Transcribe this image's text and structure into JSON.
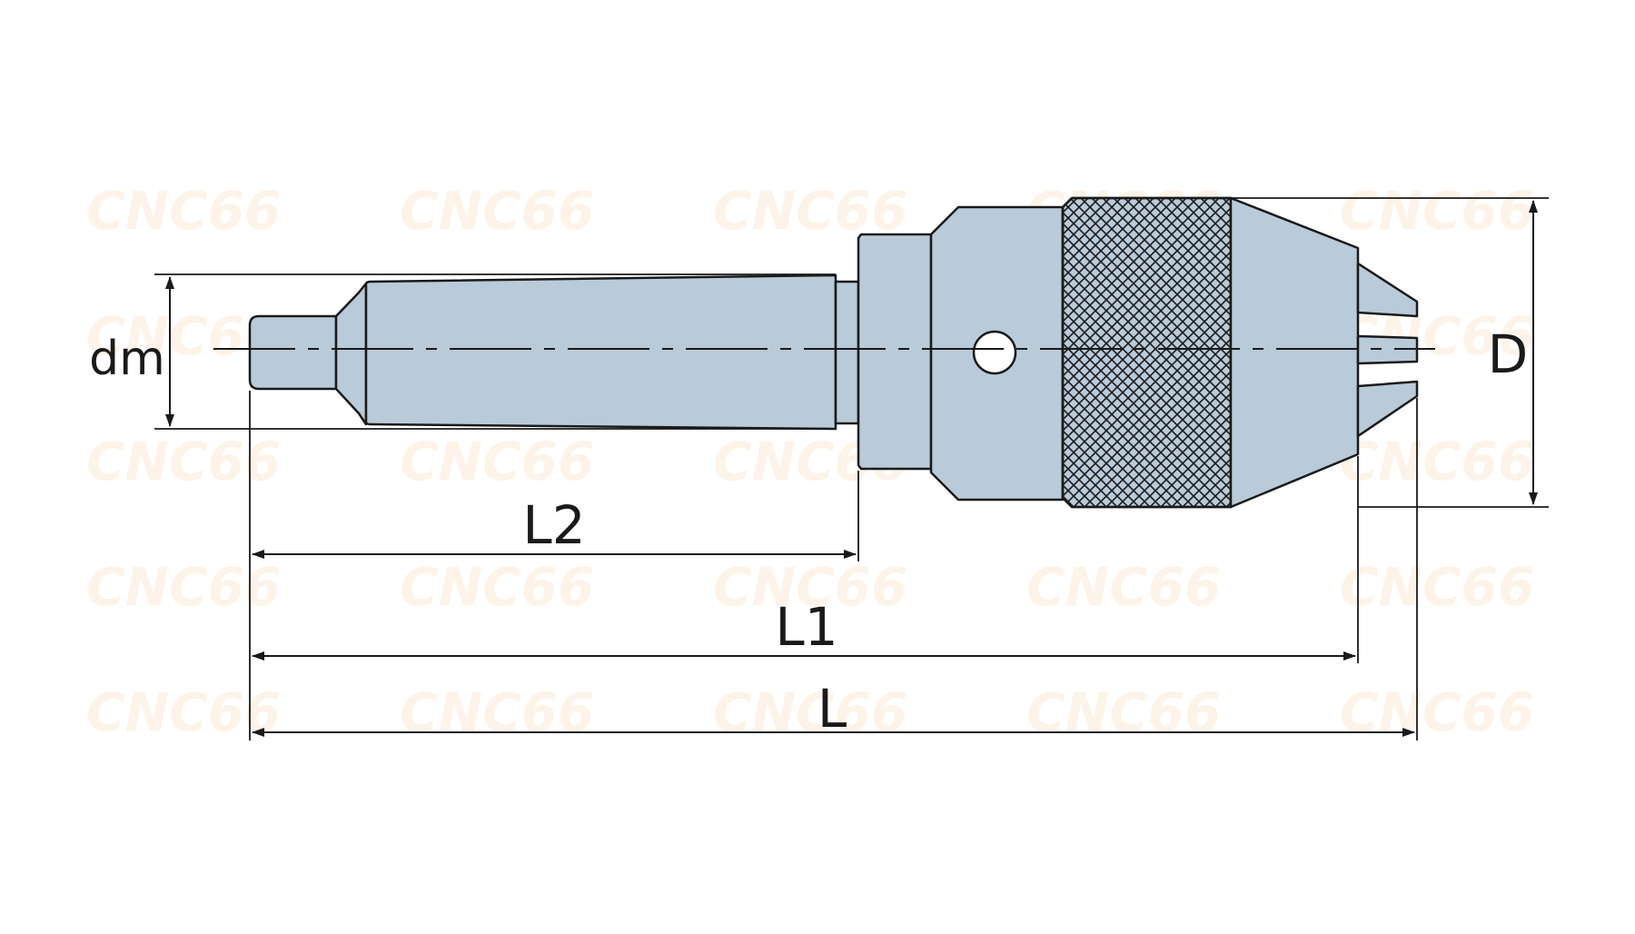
{
  "diagram": {
    "labels": {
      "dm": "dm",
      "D": "D",
      "L2": "L2",
      "L1": "L1",
      "L": "L"
    },
    "watermark": {
      "text": "CNC66",
      "color": "#f3a64a"
    },
    "colors": {
      "body_fill": "#b9cad9",
      "outline": "#1a1a1a",
      "background": "#ffffff",
      "hole_fill": "#ffffff"
    }
  }
}
